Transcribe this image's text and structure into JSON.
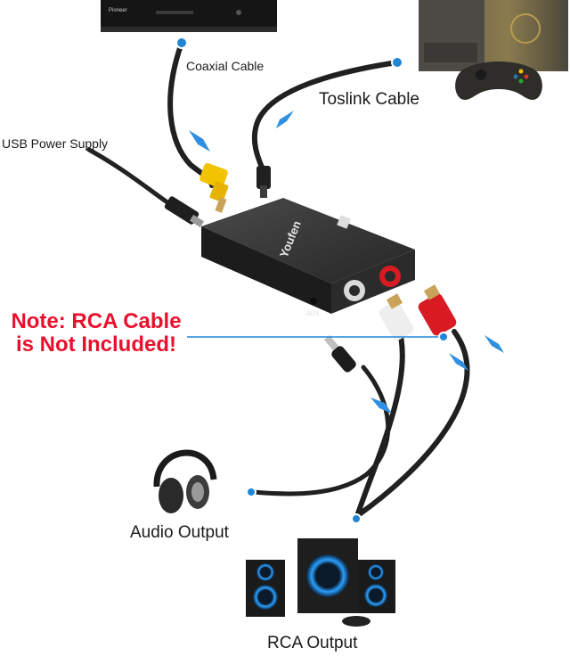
{
  "labels": {
    "coaxial": "Coaxial Cable",
    "toslink": "Toslink Cable",
    "usb_power": "USB Power Supply",
    "audio_output": "Audio Output",
    "rca_output": "RCA Output"
  },
  "note": {
    "line1": "Note: RCA Cable",
    "line2": "is Not Included!"
  },
  "device": {
    "brand": "Youfen",
    "port_label": "AUX"
  },
  "player": {
    "brand": "Pioneer"
  },
  "colors": {
    "callout_dot": "#1f86d6",
    "arrow": "#2f8fe0",
    "note_text": "#e8112d",
    "rca_red": "#d81b22",
    "rca_white": "#eeeeee",
    "coax_yellow": "#f2c300"
  }
}
